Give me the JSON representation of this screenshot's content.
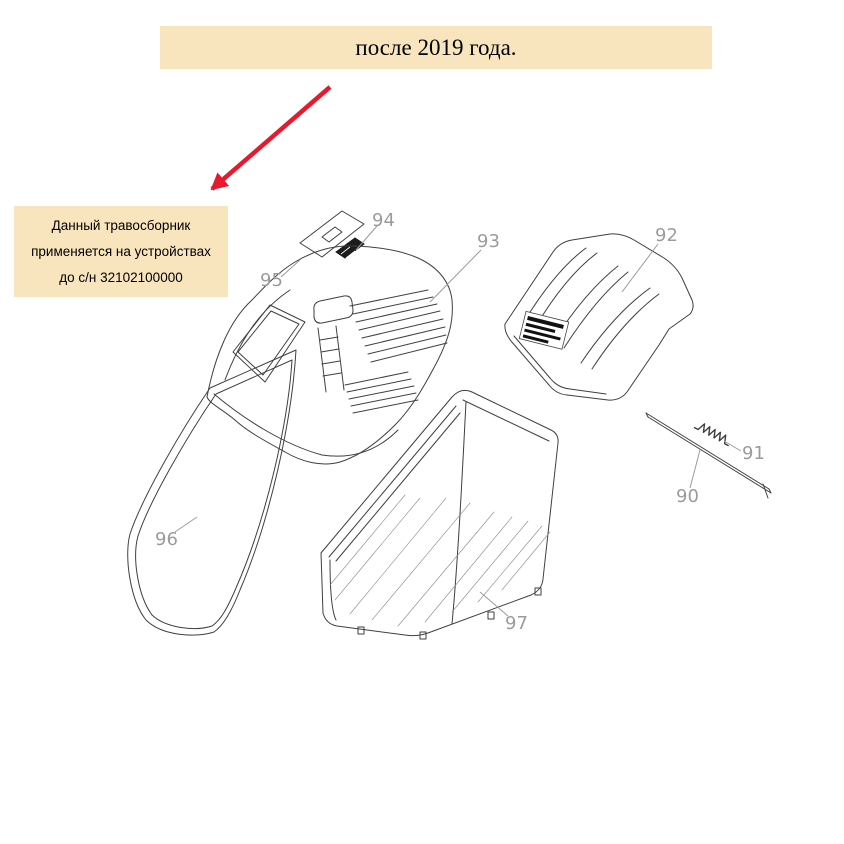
{
  "banner": {
    "text": "после 2019 года."
  },
  "note": {
    "lines": [
      "Данный травосборник",
      "применяется на устройствах",
      "до с/н 32102100000"
    ]
  },
  "part_labels": {
    "p90": "90",
    "p91": "91",
    "p92": "92",
    "p93": "93",
    "p94": "94",
    "p95": "95",
    "p96": "96",
    "p97": "97"
  },
  "colors": {
    "background": "#ffffff",
    "banner_bg": "#f8e4bd",
    "note_bg": "#f8e4bd",
    "arrow_red": "#e8192c",
    "line_dark": "#3f3f3f",
    "label_gray": "#9b9b9b"
  }
}
